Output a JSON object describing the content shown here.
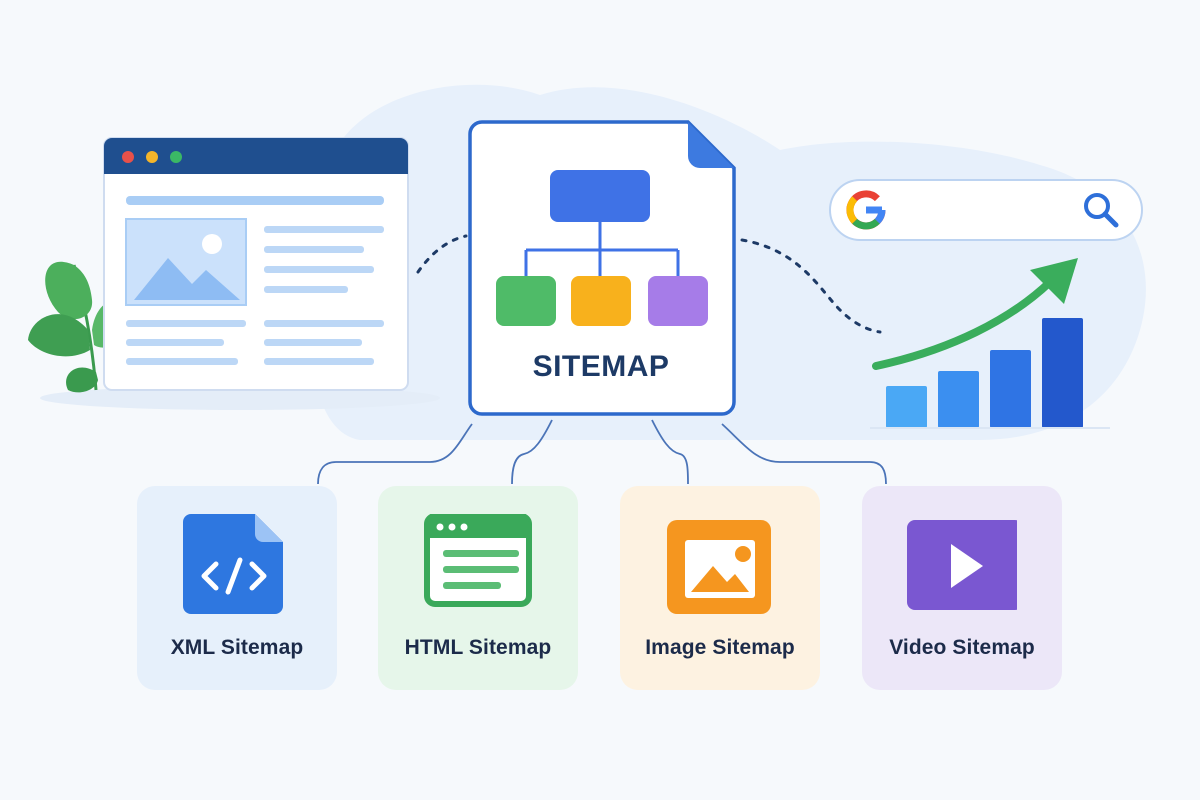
{
  "central_document": {
    "title": "SITEMAP",
    "icon": "sitemap-hierarchy-icon",
    "node_colors": {
      "root": "#3f72e6",
      "left": "#4fbb68",
      "middle": "#f8b11c",
      "right": "#a67ce8"
    }
  },
  "website_window": {
    "icon": "browser-window-icon",
    "dot_colors": [
      "#e8514a",
      "#f4b52a",
      "#3bb865"
    ]
  },
  "search": {
    "logo": "google-logo",
    "icon": "search-icon"
  },
  "growth_chart": {
    "icon": "bar-chart-growth-icon",
    "bar_colors": [
      "#4aa8f5",
      "#3b8ff0",
      "#2f74e4",
      "#2358cc"
    ],
    "arrow_color": "#3aad5c"
  },
  "sitemap_types": [
    {
      "label": "XML Sitemap",
      "icon": "code-file-icon",
      "accent": "#2e77e0"
    },
    {
      "label": "HTML Sitemap",
      "icon": "html-page-icon",
      "accent": "#3aa95a"
    },
    {
      "label": "Image Sitemap",
      "icon": "image-icon",
      "accent": "#f5961f"
    },
    {
      "label": "Video Sitemap",
      "icon": "video-play-icon",
      "accent": "#7a57d1"
    }
  ]
}
